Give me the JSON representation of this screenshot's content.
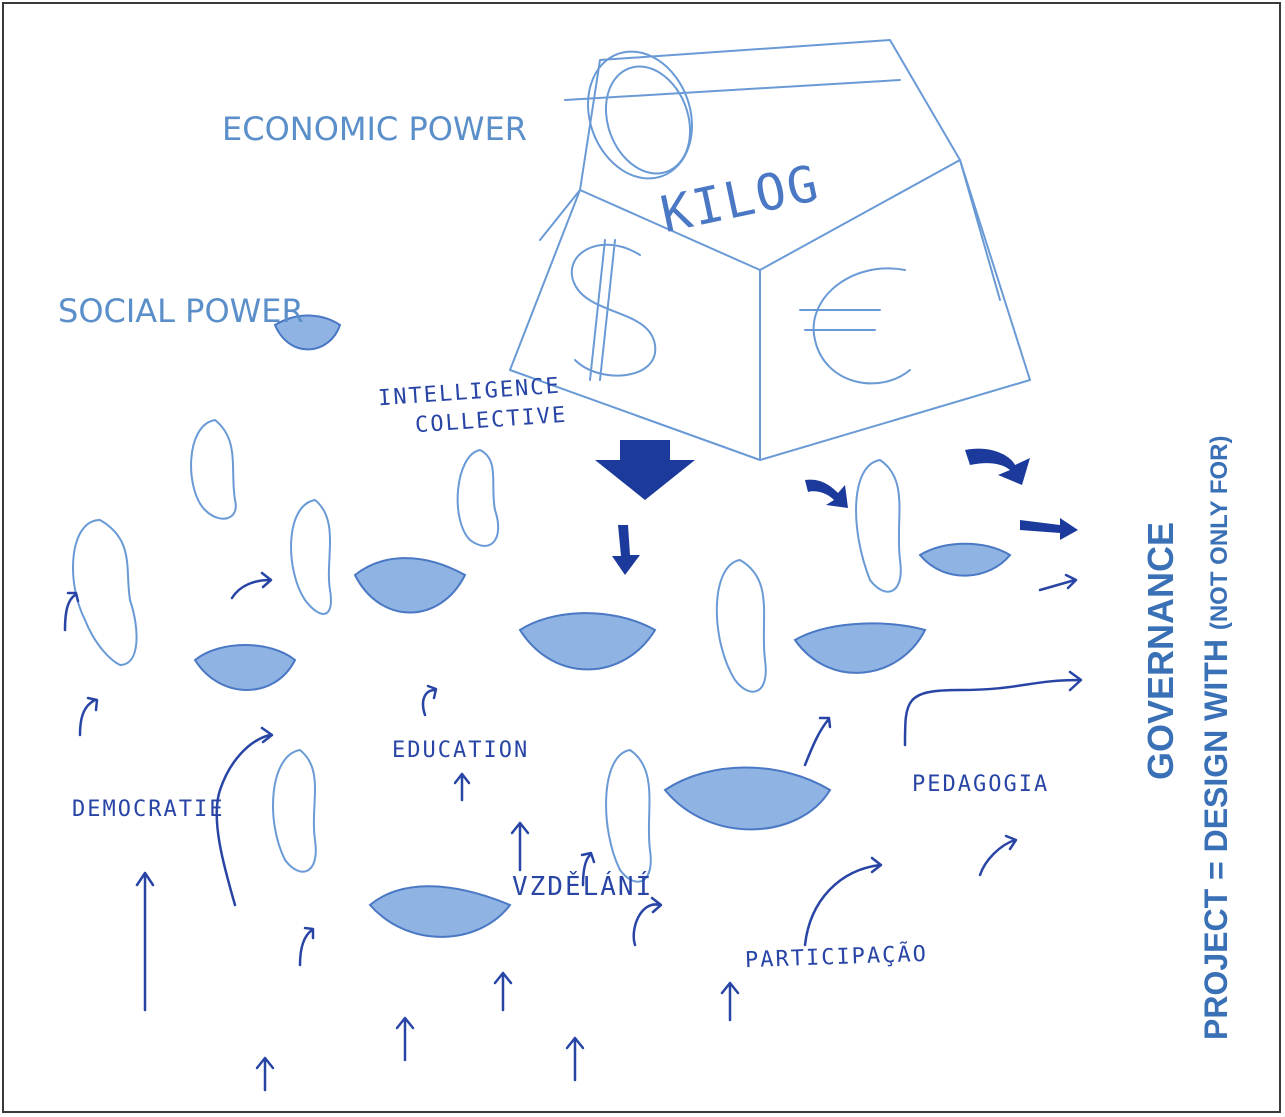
{
  "labels": {
    "economic_power": "ECONOMIC POWER",
    "social_power": "SOCIAL POWER",
    "kilog": "KILOG",
    "dollar": "$",
    "euro": "€"
  },
  "handwritten": {
    "intelligence_line1": "INTELLIGENCE",
    "intelligence_line2": "COLLECTIVE",
    "democratie": "DEMOCRATIE",
    "education": "EDUCATION",
    "vzdelani": "VZDĚLÁNÍ",
    "participacao": "PARTICIPAÇÃO",
    "pedagogia": "PEDAGOGIA"
  },
  "side": {
    "governance": "GOVERNANCE",
    "project_main": "PROJECT = DESIGN WITH",
    "project_note": "(NOT ONLY FOR)"
  },
  "colors": {
    "print_blue": "#5b8fc9",
    "ink_blue": "#2845a6",
    "pencil_blue": "#6a9ad6"
  }
}
